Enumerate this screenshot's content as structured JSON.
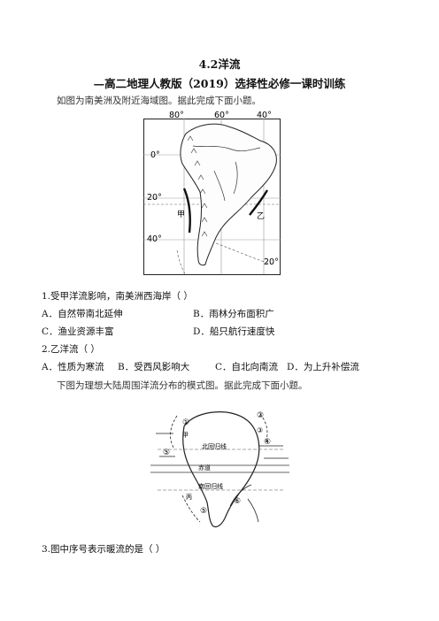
{
  "header": {
    "title": "4.2洋流",
    "subtitle": "—高二地理人教版（2019）选择性必修一课时训练"
  },
  "intro1": "如图为南美洲及附近海域图。据此完成下面小题。",
  "map1": {
    "lon_80": "80°",
    "lon_60": "60°",
    "lon_40": "40°",
    "lat_0": "0°",
    "lat_20": "20°",
    "lat_40": "40°",
    "lat_20b": "20°",
    "jia": "甲",
    "yi": "乙"
  },
  "q1": {
    "stem": "1.受甲洋流影响，南美洲西海岸（    ）",
    "a": "A．自然带南北延伸",
    "b": "B．雨林分布面积广",
    "c": "C．渔业资源丰富",
    "d": "D．船只航行速度快"
  },
  "q2": {
    "stem": "2.乙洋流（    ）",
    "a": "A．性质为寒流",
    "b": "B．受西风影响大",
    "c": "C．自北向南流",
    "d": "D．为上升补偿流"
  },
  "intro2": "下图为理想大陆周围洋流分布的模式图。据此完成下面小题。",
  "map2": {
    "c1": "①",
    "c2": "②",
    "c3": "③",
    "c4": "④",
    "c5": "⑤",
    "c6": "⑥",
    "jia": "甲",
    "bing": "丙",
    "tropic_n": "北回归线",
    "equator": "赤道",
    "tropic_s": "南回归线"
  },
  "q3": {
    "stem": "3.图中序号表示暖流的是（    ）"
  }
}
